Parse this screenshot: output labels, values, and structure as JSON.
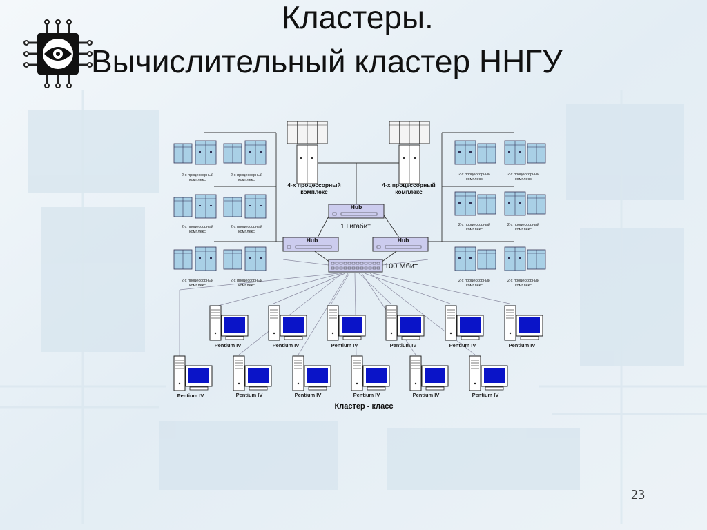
{
  "slide": {
    "title_line1": "Кластеры.",
    "title_line2": "Вычислительный кластер ННГУ",
    "page_number": "23"
  },
  "logo": {
    "icon": "processor-chip-eye-icon"
  },
  "diagram": {
    "big_server_label_line1": "4-х процессорный",
    "big_server_label_line2": "комплекс",
    "dual_label_line1": "2-х процессорный",
    "dual_label_line2": "комплекс",
    "hub_label": "Hub",
    "gigabit_label": "1 Гигабит",
    "switch_label": "100 Мбит",
    "pc_label": "Pentium IV",
    "cluster_class_label": "Кластер - класс"
  },
  "colors": {
    "background": "#eef3f8",
    "diagram_line": "#333333",
    "server_fill": "#a9d0e6",
    "hub_fill": "#ccccee",
    "monitor_screen": "#0a14c8"
  }
}
